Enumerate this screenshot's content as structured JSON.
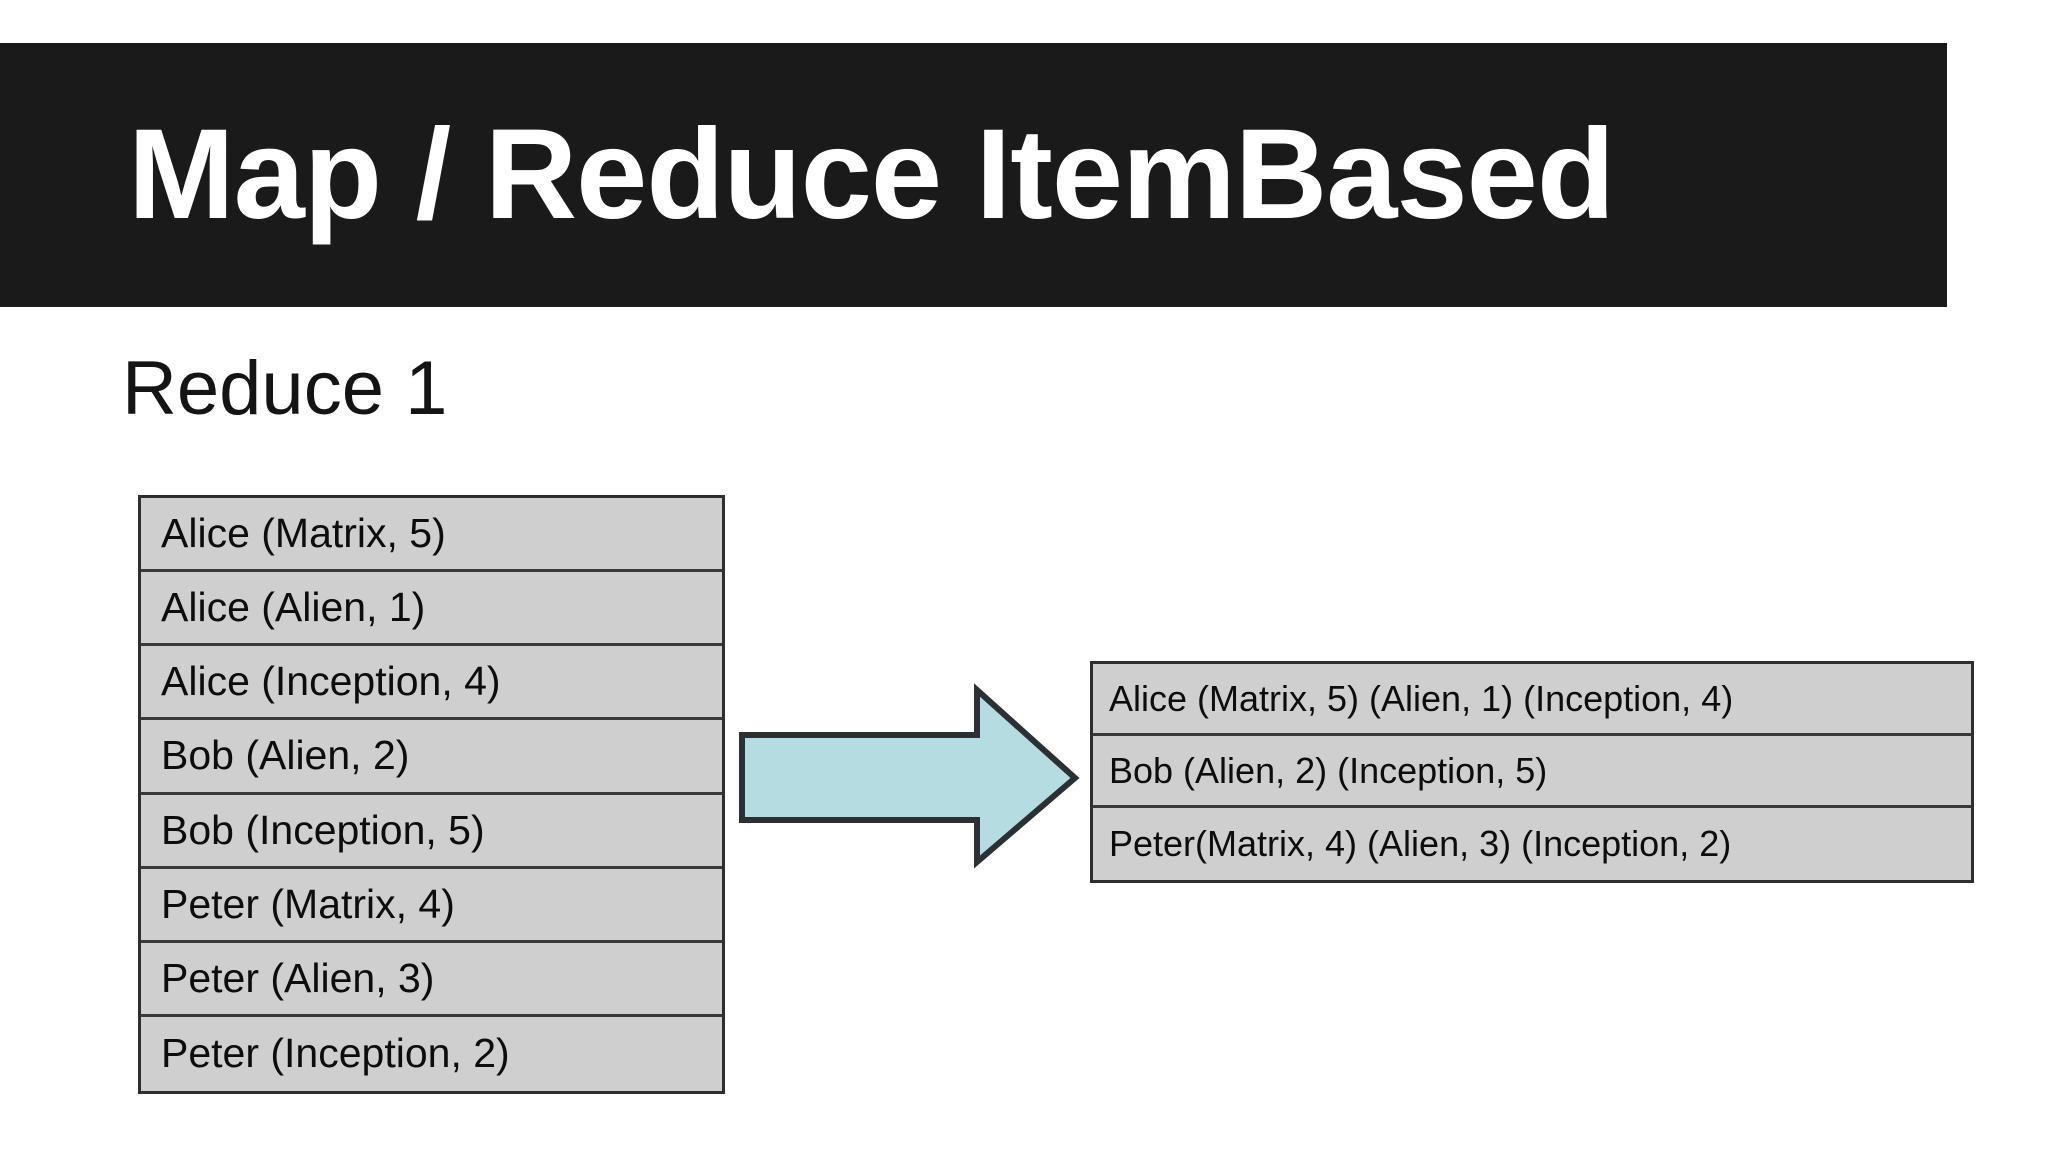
{
  "slide": {
    "title": "Map / Reduce ItemBased",
    "section_heading": "Reduce 1"
  },
  "colors": {
    "banner_background": "#1a1a1a",
    "banner_text": "#ffffff",
    "page_background": "#ffffff",
    "table_fill": "#cfcfcf",
    "table_border": "#2e2e2e",
    "arrow_fill": "#b5dce0",
    "arrow_stroke": "#2b3034",
    "body_text": "#0d0d0d"
  },
  "input_table": {
    "name": "mapper-output-pairs",
    "rows": [
      {
        "text": "Alice (Matrix, 5)",
        "user": "Alice",
        "item": "Matrix",
        "rating": 5
      },
      {
        "text": "Alice (Alien, 1)",
        "user": "Alice",
        "item": "Alien",
        "rating": 1
      },
      {
        "text": "Alice (Inception, 4)",
        "user": "Alice",
        "item": "Inception",
        "rating": 4
      },
      {
        "text": "Bob (Alien, 2)",
        "user": "Bob",
        "item": "Alien",
        "rating": 2
      },
      {
        "text": "Bob (Inception, 5)",
        "user": "Bob",
        "item": "Inception",
        "rating": 5
      },
      {
        "text": "Peter (Matrix, 4)",
        "user": "Peter",
        "item": "Matrix",
        "rating": 4
      },
      {
        "text": "Peter (Alien, 3)",
        "user": "Peter",
        "item": "Alien",
        "rating": 3
      },
      {
        "text": "Peter (Inception, 2)",
        "user": "Peter",
        "item": "Inception",
        "rating": 2
      }
    ]
  },
  "reduced_table": {
    "name": "reducer-output-groups",
    "rows": [
      {
        "text": "Alice (Matrix, 5) (Alien, 1) (Inception, 4)"
      },
      {
        "text": "Bob (Alien, 2) (Inception, 5)"
      },
      {
        "text": "Peter(Matrix, 4) (Alien, 3) (Inception, 2)"
      }
    ]
  },
  "arrow": {
    "name": "reduce-flow-arrow",
    "direction": "right"
  }
}
